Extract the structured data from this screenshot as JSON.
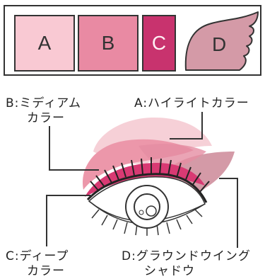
{
  "palette": {
    "a_letter": "A",
    "b_letter": "B",
    "c_letter": "C",
    "d_letter": "D",
    "colors": {
      "a": "#f9c9d3",
      "b": "#e98aa3",
      "c": "#c8336e",
      "d": "#d49aa7"
    }
  },
  "labels": {
    "b_line1": "B:ミディアム",
    "b_line2": "カラー",
    "a_line1": "A:ハイライトカラー",
    "c_line1": "C:ディープ",
    "c_line2": "カラー",
    "d_line1": "D:グラウンドウイング",
    "d_line2": "シャドウ"
  },
  "colors": {
    "highlight": "#f6cdd5",
    "medium": "#ec97aa",
    "deep": "#d83a73",
    "wing": "#d49aa7",
    "outline": "#333333"
  }
}
